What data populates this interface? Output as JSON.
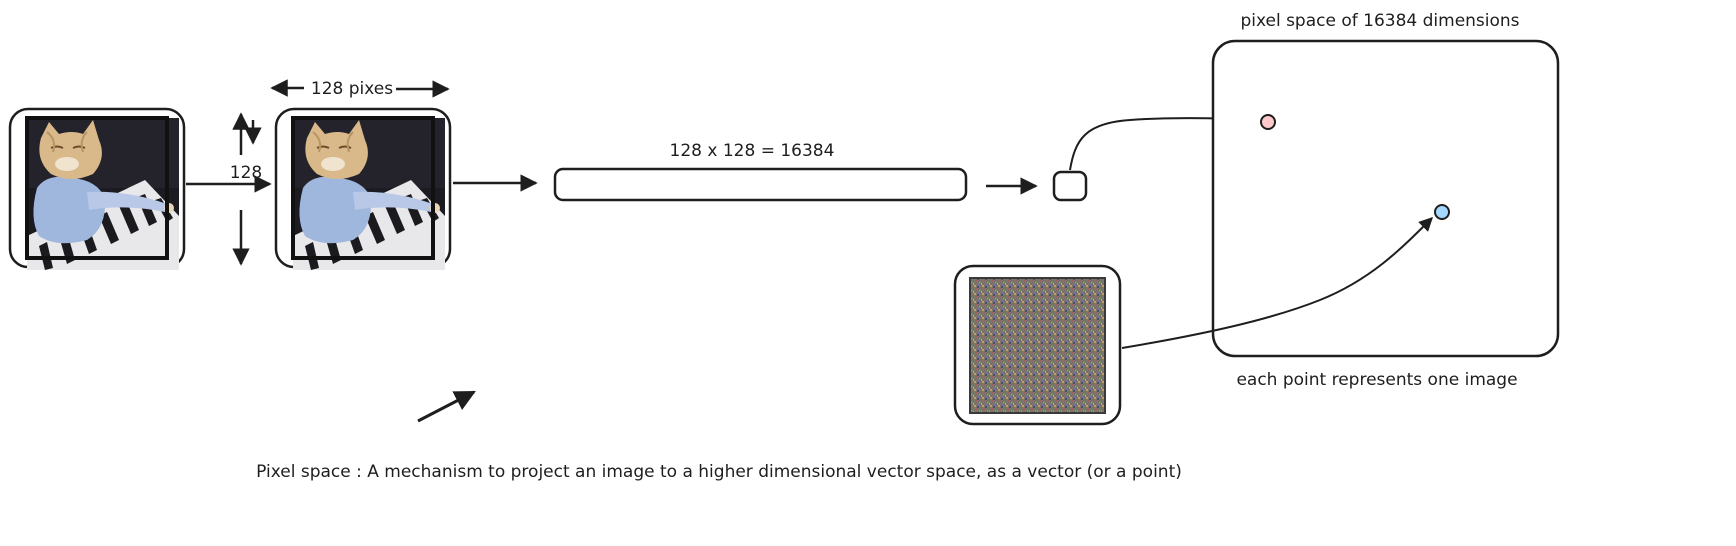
{
  "diagram": {
    "width_label": "128 pixes",
    "height_label": "128",
    "vector_label": "128 x 128 = 16384",
    "space_title": "pixel space of 16384 dimensions",
    "space_caption": "each point represents one image",
    "caption": "Pixel space : A mechanism to project an image to a higher dimensional vector space, as a vector (or a point)",
    "images": [
      {
        "kind": "cat-photo",
        "description_icon": "cat-keyboard-image"
      },
      {
        "kind": "cat-photo",
        "description_icon": "cat-keyboard-image"
      },
      {
        "kind": "noise",
        "description_icon": "noise-image"
      }
    ],
    "points": [
      {
        "color": "#ffc9c9",
        "represents": "cat image"
      },
      {
        "color": "#a5d8ff",
        "represents": "noise image"
      }
    ]
  }
}
